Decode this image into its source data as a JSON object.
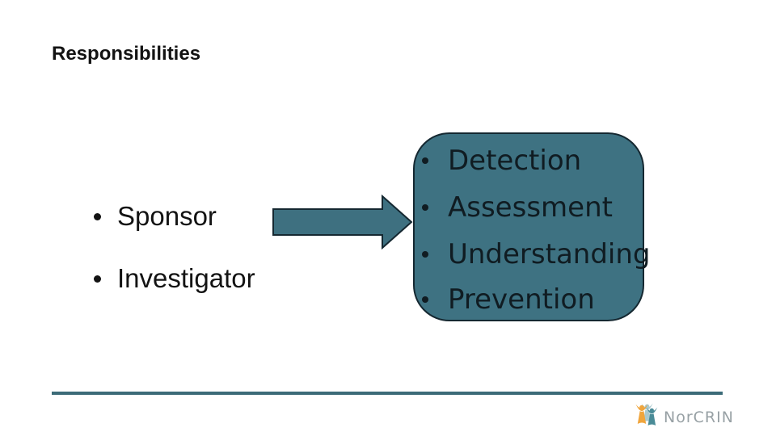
{
  "slide": {
    "title": "Responsibilities",
    "left_list": {
      "items": [
        {
          "label": "Sponsor"
        },
        {
          "label": "Investigator"
        }
      ]
    },
    "arrow": {
      "direction": "right"
    },
    "process_box": {
      "items": [
        {
          "label": "Detection"
        },
        {
          "label": "Assessment"
        },
        {
          "label": "Understanding"
        },
        {
          "label": "Prevention"
        }
      ]
    },
    "logo": {
      "text": "NorCRIN"
    },
    "colors": {
      "teal_fill": "#3e7080",
      "box_fill": "#3e7282",
      "line": "#3c6b78",
      "ink": "#131313",
      "box_ink": "#101c22",
      "stroke": "#152831",
      "logo_text": "#98a1a5",
      "logo_orange": "#f0a53c",
      "logo_teal": "#4a8b97",
      "logo_pale": "#a9c9cf"
    }
  }
}
